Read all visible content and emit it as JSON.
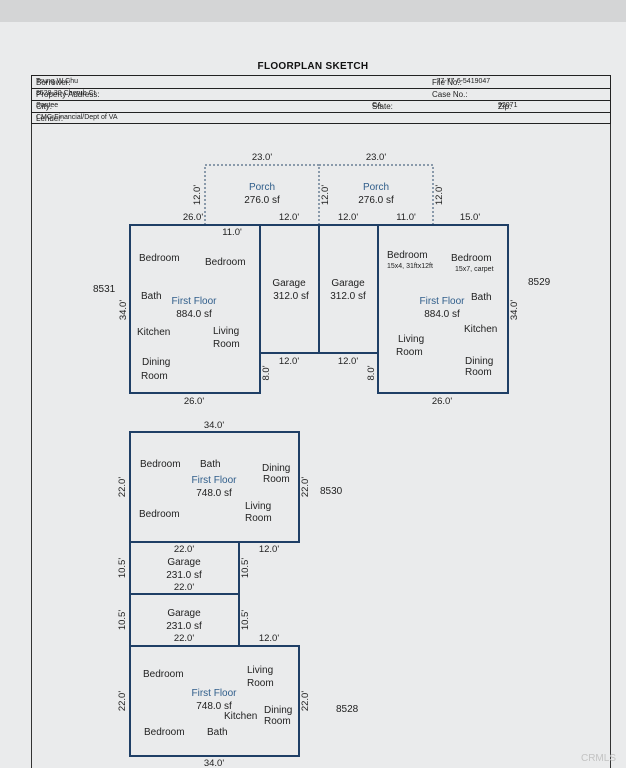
{
  "title": "FLOORPLAN SKETCH",
  "header": {
    "borrower_label": "Borrower:",
    "borrower": "Tsung W Chu",
    "file_label": "File No.:",
    "file_no": "77-77-6-5419047",
    "address_label": "Property Address:",
    "address": "8528-30 Cherub Ct",
    "case_label": "Case No.:",
    "case_no": "",
    "city_label": "City:",
    "city": "Santee",
    "state_label": "State:",
    "state": "CA",
    "zip_label": "Zip:",
    "zip": "92071",
    "lender_label": "Lender:",
    "lender": "CMG Financial/Dept of VA"
  },
  "sketch": {
    "unit_8531": {
      "id": "8531",
      "rooms": [
        "Bedroom",
        "Bedroom",
        "Bath",
        "Kitchen",
        "Living",
        "Room",
        "Dining",
        "Room"
      ],
      "floor_label": "First Floor",
      "area": "884.0 sf"
    },
    "unit_8529": {
      "id": "8529",
      "rooms": [
        "Bedroom",
        "Bedroom",
        "Bath",
        "Kitchen",
        "Living",
        "Room",
        "Dining",
        "Room"
      ],
      "bedroom_note_1": "15x4, 31ftx12ft",
      "bedroom_note_2": "15x7, carpet",
      "floor_label": "First Floor",
      "area": "884.0 sf"
    },
    "unit_8530": {
      "id": "8530",
      "rooms": [
        "Bedroom",
        "Bath",
        "Dining",
        "Room",
        "Bedroom",
        "Living",
        "Room"
      ],
      "floor_label": "First Floor",
      "area": "748.0 sf"
    },
    "unit_8528": {
      "id": "8528",
      "rooms": [
        "Bedroom",
        "Living",
        "Room",
        "Kitchen",
        "Dining",
        "Room",
        "Bedroom",
        "Bath"
      ],
      "floor_label": "First Floor",
      "area": "748.0 sf"
    },
    "porch_label": "Porch",
    "porch_area": "276.0 sf",
    "garage_label": "Garage",
    "garage_area_large": "312.0 sf",
    "garage_area_small": "231.0 sf",
    "dims": {
      "d23": "23.0'",
      "d12": "12.0'",
      "d26": "26.0'",
      "d11": "11.0'",
      "d15": "15.0'",
      "d34": "34.0'",
      "d8": "8.0'",
      "d22": "22.0'",
      "d10_5": "10.5'"
    }
  },
  "watermark": "CRMLS"
}
